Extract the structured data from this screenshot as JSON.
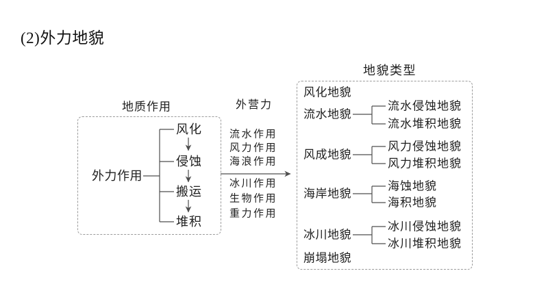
{
  "title": "(2)外力地貌",
  "left_panel": {
    "header": "地质作用",
    "root": "外力作用",
    "processes": [
      "风化",
      "侵蚀",
      "搬运",
      "堆积"
    ]
  },
  "middle_panel": {
    "header": "外营力",
    "group1": [
      "流水作用",
      "风力作用",
      "海浪作用"
    ],
    "group2": [
      "冰川作用",
      "生物作用",
      "重力作用"
    ]
  },
  "right_panel": {
    "header": "地貌类型",
    "items": [
      {
        "label": "风化地貌",
        "children": []
      },
      {
        "label": "流水地貌",
        "children": [
          "流水侵蚀地貌",
          "流水堆积地貌"
        ]
      },
      {
        "label": "风成地貌",
        "children": [
          "风力侵蚀地貌",
          "风力堆积地貌"
        ]
      },
      {
        "label": "海岸地貌",
        "children": [
          "海蚀地貌",
          "海积地貌"
        ]
      },
      {
        "label": "冰川地貌",
        "children": [
          "冰川侵蚀地貌",
          "冰川堆积地貌"
        ]
      },
      {
        "label": "崩塌地貌",
        "children": []
      }
    ]
  },
  "colors": {
    "background": "#ffffff",
    "text": "#1f1f1f",
    "connector_line": "#4d4d4d",
    "dashed_border": "#9a9a9a"
  }
}
